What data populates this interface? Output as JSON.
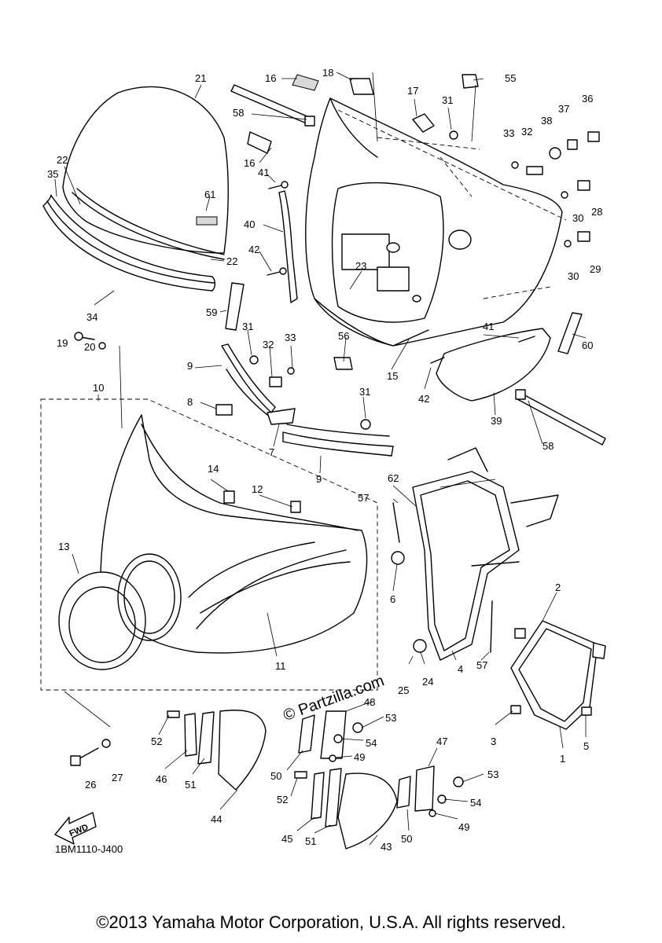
{
  "parts": [
    "1",
    "2",
    "3",
    "4",
    "5",
    "6",
    "7",
    "8",
    "9",
    "10",
    "11",
    "12",
    "13",
    "14",
    "15",
    "16",
    "17",
    "18",
    "19",
    "20",
    "21",
    "22",
    "23",
    "24",
    "25",
    "26",
    "27",
    "28",
    "29",
    "30",
    "31",
    "32",
    "33",
    "34",
    "35",
    "36",
    "37",
    "38",
    "39",
    "40",
    "41",
    "42",
    "43",
    "44",
    "45",
    "46",
    "47",
    "48",
    "49",
    "50",
    "51",
    "52",
    "53",
    "54",
    "55",
    "56",
    "57",
    "58",
    "59",
    "60",
    "61",
    "62"
  ],
  "drawing_code": "1BM1110-J400",
  "fwd_label": "FWD",
  "watermark": "© Partzilla.com",
  "copyright": "©2013 Yamaha Motor Corporation, U.S.A. All rights reserved."
}
